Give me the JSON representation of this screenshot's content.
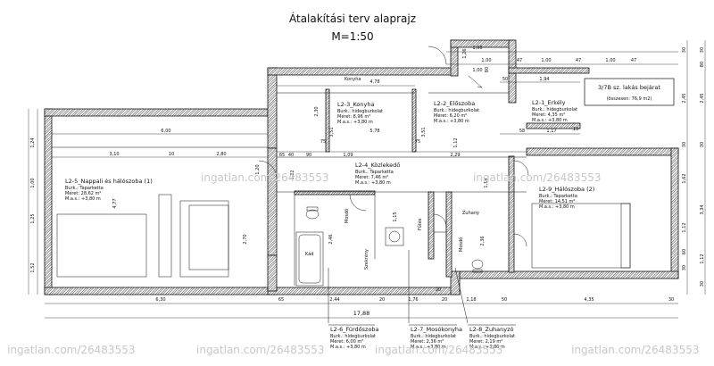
{
  "title": {
    "main": "Átalakítási terv alaprajz",
    "scale": "M=1:50"
  },
  "entrance": {
    "label": "3/7B sz. lakás bejárat",
    "total": "(összesen: 76,9 m2)"
  },
  "watermark": "ingatlan.com/26483553",
  "rooms": [
    {
      "name": "L2-1_Erkély",
      "lines": [
        "Burk.: hidegburkolat",
        "Méret: 4,35 m²",
        "M.a.s.: +3,80 m"
      ]
    },
    {
      "name": "L2-2_Előszoba",
      "lines": [
        "Burk.: hidegburkolat",
        "Méret: 6,20 m²",
        "M.a.s.: +3,80 m"
      ]
    },
    {
      "name": "L2-3_Konyha",
      "lines": [
        "Burk.: hidegburkolat",
        "Méret: 8,96 m²",
        "M.a.s.: +3,80 m"
      ]
    },
    {
      "name": "L2-4_Közlekedő",
      "lines": [
        "Burk.: Taparketta",
        "Méret: 7,46 m²",
        "M.a.s.: +3,80 m"
      ]
    },
    {
      "name": "L2-5_Nappali és hálószoba (1)",
      "lines": [
        "Burk.: Taparketta",
        "Méret: 28,62 m²",
        "M.a.s.: +3,80 m"
      ]
    },
    {
      "name": "L2-9_Hálószoba (2)",
      "lines": [
        "Burk.: Taparketta",
        "Méret: 14,51 m²",
        "M.a.s.: +3,80 m"
      ]
    },
    {
      "name": "L2-6_Fürdőszoba",
      "lines": [
        "Burk.: hidegburkolat",
        "Méret: 6,00 m²",
        "M.a.s.: +3,80 m"
      ]
    },
    {
      "name": "L2-7_Mosókonyha",
      "lines": [
        "Burk.: hidegburkolat",
        "Méret: 2,36 m²",
        "M.a.s.: +3,80 m"
      ]
    },
    {
      "name": "L2-8_Zuhanyzó",
      "lines": [
        "Burk.: hidegburkolat",
        "Méret: 2,19 m²",
        "M.a.s.: +3,80 m"
      ]
    }
  ],
  "fixtures": {
    "konyha": "Konyha",
    "kad": "Kád",
    "mosdo": "Mosdó",
    "zuhany": "Zuhany",
    "futes": "Fűtés",
    "szekreny": "Szekrény"
  },
  "dims": {
    "bottom": [
      "6,30",
      "65",
      "2,44",
      "20",
      "1,76",
      "20",
      "1,18",
      "50",
      "4,35",
      "30"
    ],
    "total": "17,88",
    "top_nappali": [
      "3,10",
      "10",
      "2,80",
      "6,00"
    ],
    "top_right": [
      "1,00",
      "47",
      "1,00",
      "47",
      "1,94",
      "1,00",
      "50",
      "58",
      "1,17",
      "19"
    ],
    "mid": [
      "4,78",
      "5,78",
      "90",
      "75",
      "1,09",
      "75",
      "2,29",
      "65",
      "40",
      "1,22",
      "1,20"
    ],
    "left": [
      "1,24",
      "1,00",
      "1,25",
      "1,52",
      "4,77",
      "2,70"
    ],
    "right": [
      "30",
      "2,45",
      "2,45",
      "30",
      "1,62",
      "3,34",
      "1,12",
      "60",
      "30",
      "80",
      "30",
      "30",
      "1,12",
      "30"
    ],
    "inner": [
      "2,30",
      "3,51",
      "3,51",
      "2,46",
      "2,36",
      "1,15",
      "1,12",
      "1,14",
      "1,26",
      "20",
      "1,00",
      "80",
      "1,00",
      "47"
    ]
  }
}
